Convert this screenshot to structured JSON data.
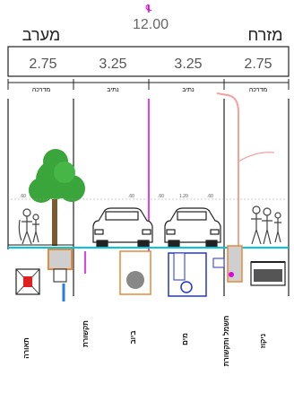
{
  "total_width": {
    "symbol": "℄",
    "value": "12.00"
  },
  "sides": {
    "west": "מערב",
    "east": "מזרח"
  },
  "lanes": [
    {
      "width": "2.75",
      "label": "מדרכה"
    },
    {
      "width": "3.25",
      "label": "נתיב"
    },
    {
      "width": "3.25",
      "label": "נתיב"
    },
    {
      "width": "2.75",
      "label": "מדרכה"
    }
  ],
  "sub_dims": [
    ".60",
    ".60",
    ".60",
    "1.20",
    ".60"
  ],
  "utilities": [
    "תאורה",
    "תקשורת",
    "ביוב",
    "מים",
    "חשמל ותקשורת",
    "ניקוז"
  ],
  "colors": {
    "line": "#222222",
    "magenta": "#e000e0",
    "cyan": "#00c8e0",
    "blue": "#2233dd",
    "orange": "#e58a3c",
    "tree": "#3aa53a",
    "pink_pole": "#f2a0a0",
    "grey": "#808080"
  }
}
